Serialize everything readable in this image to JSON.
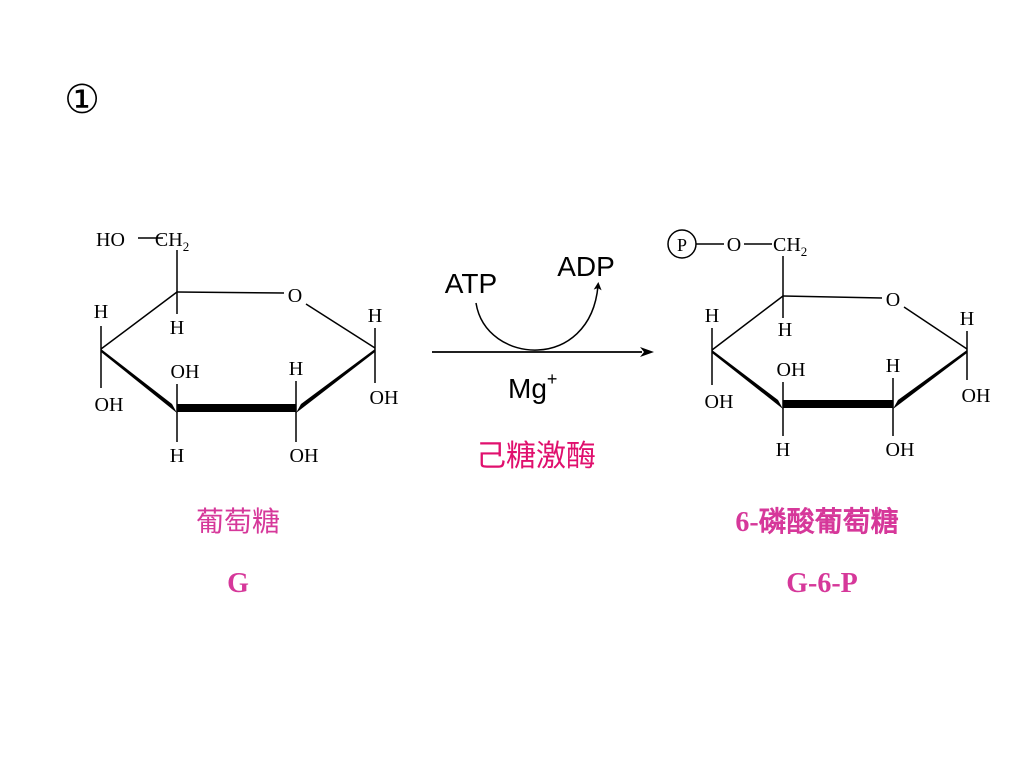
{
  "step_marker": "①",
  "glucose": {
    "ch2oh": {
      "ho": "HO",
      "ch": "CH",
      "sub": "2"
    },
    "ring_o": "O",
    "c4_h": "H",
    "c4_oh": "OH",
    "c5_h": "H",
    "c3_oh": "OH",
    "c3_h": "H",
    "c2_h": "H",
    "c2_oh": "OH",
    "c1_h": "H",
    "c1_oh": "OH",
    "name": "葡萄糖",
    "abbr": "G"
  },
  "reaction": {
    "atp": "ATP",
    "adp": "ADP",
    "cofactor": "Mg",
    "cofactor_charge": "+",
    "enzyme": "己糖激酶"
  },
  "g6p": {
    "phosphate": "P",
    "o_link": "O",
    "ch2": {
      "ch": "CH",
      "sub": "2"
    },
    "ring_o": "O",
    "c4_h": "H",
    "c4_oh": "OH",
    "c5_h": "H",
    "c3_oh": "OH",
    "c3_h": "H",
    "c2_h": "H",
    "c2_oh": "OH",
    "c1_h": "H",
    "c1_oh": "OH",
    "name": "6-磷酸葡萄糖",
    "abbr": "G-6-P"
  },
  "colors": {
    "label": "#d6389a",
    "enzyme": "#e0106e",
    "ink": "#000000"
  }
}
